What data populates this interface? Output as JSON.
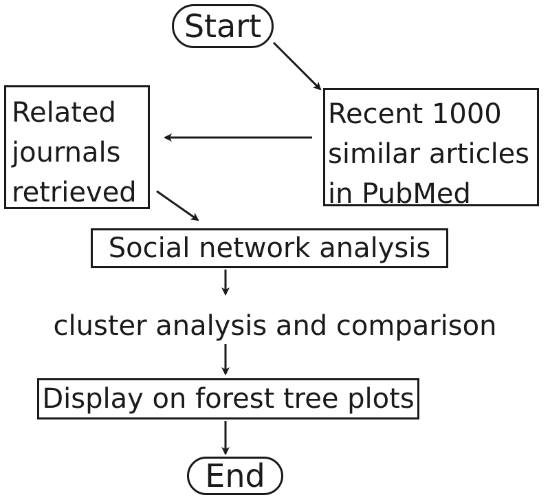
{
  "flowchart": {
    "start": "Start",
    "recent_articles": [
      "Recent 1000",
      "similar articles",
      "in PubMed"
    ],
    "related_journals": [
      "Related",
      "journals",
      "retrieved"
    ],
    "social_network": "Social network analysis",
    "cluster": "cluster analysis and comparison",
    "display": "Display on forest tree plots",
    "end": "End"
  },
  "colors": {
    "stroke": "#1a1a1a",
    "background": "#ffffff"
  }
}
